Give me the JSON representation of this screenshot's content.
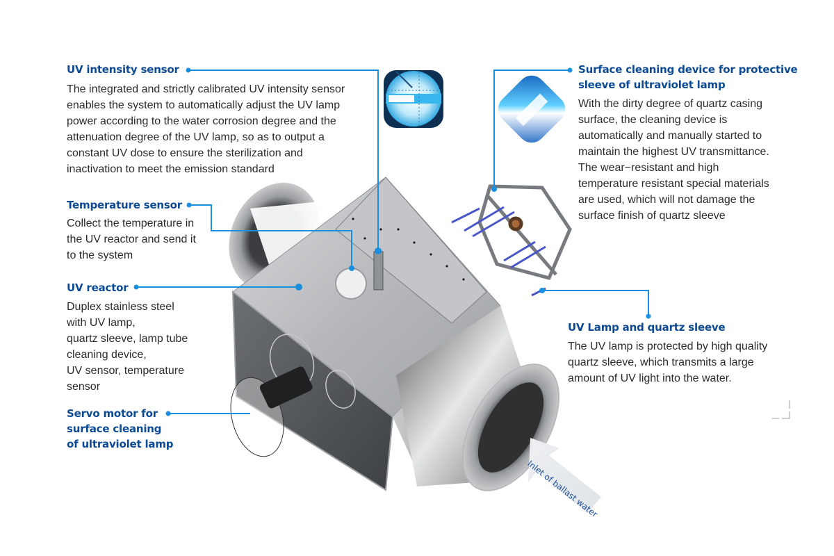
{
  "diagram": {
    "subject": "UV reactor (ballast water treatment)",
    "accent_color": "#1a8fe0",
    "title_color": "#0d4a94",
    "body_color": "#2b2b2b"
  },
  "callouts": {
    "uv_intensity_sensor": {
      "title": "UV intensity sensor",
      "lines": [
        "The integrated and strictly calibrated UV intensity sensor",
        "enables the system to automatically adjust the UV lamp",
        "power according to the water corrosion degree and the",
        "attenuation degree of the UV lamp, so as to output a",
        "constant UV dose to ensure the sterilization and",
        "inactivation to meet the emission standard"
      ]
    },
    "temperature_sensor": {
      "title": "Temperature sensor",
      "lines": [
        "Collect the temperature in",
        "the UV reactor and send it",
        "to the system"
      ]
    },
    "uv_reactor": {
      "title": "UV reactor",
      "lines": [
        "Duplex stainless steel",
        "with UV lamp,",
        "quartz sleeve, lamp tube",
        "cleaning device,",
        "UV sensor, temperature",
        "sensor"
      ]
    },
    "servo_motor": {
      "title_lines": [
        "Servo motor for",
        "surface cleaning",
        "of ultraviolet lamp"
      ]
    },
    "surface_cleaning_device": {
      "title_lines": [
        "Surface cleaning device for protective",
        "sleeve of ultraviolet lamp"
      ],
      "lines": [
        "With the dirty degree of quartz casing",
        "surface, the cleaning device is",
        "automatically and manually started to",
        "maintain the highest UV transmittance.",
        "The wear−resistant and high",
        "temperature resistant special materials",
        "are used, which will not damage the",
        "surface finish of quartz sleeve"
      ]
    },
    "uv_lamp_quartz_sleeve": {
      "title": "UV Lamp and quartz sleeve",
      "lines": [
        "The UV lamp is protected by high quality",
        "quartz sleeve, which transmits a large",
        "amount of UV light into the water."
      ]
    }
  },
  "inlet": {
    "label": "Inlet of ballast water"
  }
}
